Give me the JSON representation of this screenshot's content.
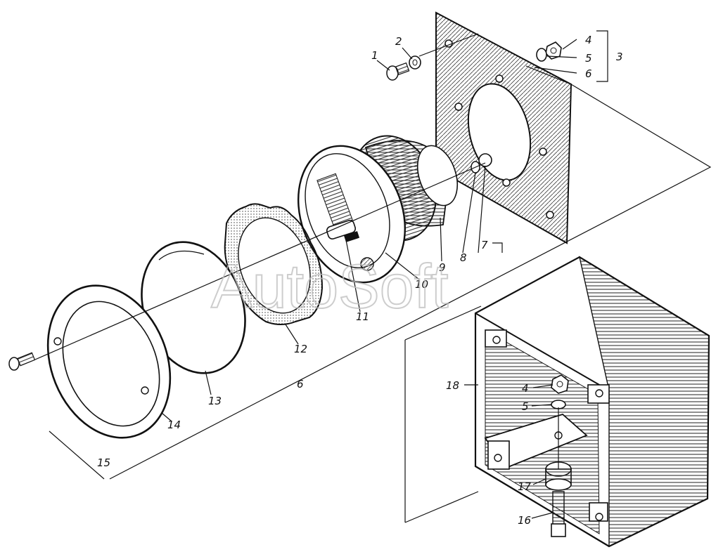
{
  "watermark": "AutoSoft",
  "labels": {
    "l1": "1",
    "l2": "2",
    "l3": "3",
    "l4": "4",
    "l5": "5",
    "l6": "6",
    "l7": "7",
    "l8": "8",
    "l9": "9",
    "l10": "10",
    "l11": "11",
    "l12": "12",
    "l13": "13",
    "l14": "14",
    "l15": "15",
    "l16": "16",
    "l17": "17",
    "l18": "18",
    "la4": "4",
    "la5": "5",
    "lb": "6"
  }
}
